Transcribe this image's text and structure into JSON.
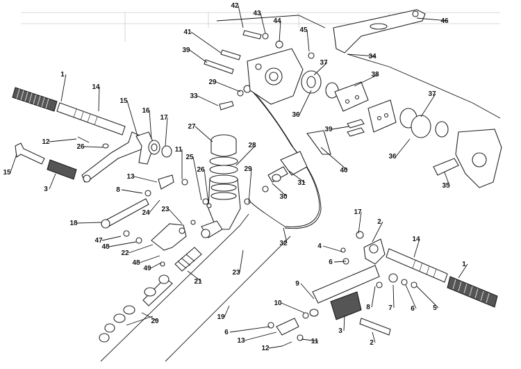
{
  "diagram": {
    "kind": "exploded parts diagram",
    "part_numbers": [
      "1",
      "2",
      "3",
      "4",
      "5",
      "6",
      "7",
      "8",
      "9",
      "10",
      "11",
      "12",
      "13",
      "14",
      "15",
      "16",
      "17",
      "18",
      "19",
      "20",
      "21",
      "22",
      "23",
      "24",
      "25",
      "26",
      "27",
      "28",
      "29",
      "30",
      "31",
      "32",
      "33",
      "34",
      "35",
      "36",
      "37",
      "38",
      "39",
      "40",
      "41",
      "42",
      "43",
      "44",
      "45",
      "46",
      "47",
      "48",
      "49"
    ]
  },
  "callouts": [
    {
      "label": "42"
    },
    {
      "label": "43"
    },
    {
      "label": "44"
    },
    {
      "label": "45"
    },
    {
      "label": "46"
    },
    {
      "label": "41"
    },
    {
      "label": "39"
    },
    {
      "label": "37"
    },
    {
      "label": "34"
    },
    {
      "label": "38"
    },
    {
      "label": "1"
    },
    {
      "label": "14"
    },
    {
      "label": "29"
    },
    {
      "label": "33"
    },
    {
      "label": "36"
    },
    {
      "label": "37"
    },
    {
      "label": "15"
    },
    {
      "label": "16"
    },
    {
      "label": "17"
    },
    {
      "label": "27"
    },
    {
      "label": "39"
    },
    {
      "label": "12"
    },
    {
      "label": "26"
    },
    {
      "label": "11"
    },
    {
      "label": "28"
    },
    {
      "label": "25"
    },
    {
      "label": "26"
    },
    {
      "label": "29"
    },
    {
      "label": "40"
    },
    {
      "label": "36"
    },
    {
      "label": "15"
    },
    {
      "label": "3"
    },
    {
      "label": "13"
    },
    {
      "label": "31"
    },
    {
      "label": "35"
    },
    {
      "label": "8"
    },
    {
      "label": "24"
    },
    {
      "label": "30"
    },
    {
      "label": "23"
    },
    {
      "label": "17"
    },
    {
      "label": "18"
    },
    {
      "label": "2"
    },
    {
      "label": "47"
    },
    {
      "label": "48"
    },
    {
      "label": "22"
    },
    {
      "label": "32"
    },
    {
      "label": "4"
    },
    {
      "label": "14"
    },
    {
      "label": "48"
    },
    {
      "label": "23"
    },
    {
      "label": "6"
    },
    {
      "label": "49"
    },
    {
      "label": "21"
    },
    {
      "label": "1"
    },
    {
      "label": "9"
    },
    {
      "label": "8"
    },
    {
      "label": "7"
    },
    {
      "label": "6"
    },
    {
      "label": "5"
    },
    {
      "label": "10"
    },
    {
      "label": "20"
    },
    {
      "label": "19"
    },
    {
      "label": "3"
    },
    {
      "label": "6"
    },
    {
      "label": "13"
    },
    {
      "label": "11"
    },
    {
      "label": "12"
    },
    {
      "label": "2"
    }
  ]
}
